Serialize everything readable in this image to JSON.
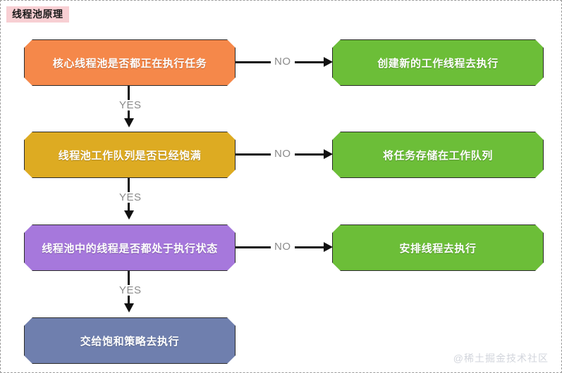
{
  "title": "线程池原理",
  "watermark": "@稀土掘金技术社区",
  "colors": {
    "orange": "#f5884a",
    "gold": "#ddab22",
    "purple": "#a678dc",
    "slate": "#6f7fae",
    "green": "#6cbe38",
    "title_highlight": "#f8cfd3",
    "edge_label": "#8a8a8a",
    "connector": "#111111",
    "border": "#2b2b2b",
    "watermark": "#d2d5dc"
  },
  "chart_data": {
    "type": "diagram",
    "title": "线程池原理",
    "diagram_kind": "flowchart",
    "nodes": [
      {
        "id": "d1",
        "label": "核心线程池是否都正在执行任务",
        "shape": "chamfered-rect",
        "color": "#f5884a",
        "role": "decision",
        "column": "left",
        "row": 1
      },
      {
        "id": "a1",
        "label": "创建新的工作线程去执行",
        "shape": "chamfered-rect",
        "color": "#6cbe38",
        "role": "action",
        "column": "right",
        "row": 1
      },
      {
        "id": "d2",
        "label": "线程池工作队列是否已经饱满",
        "shape": "chamfered-rect",
        "color": "#ddab22",
        "role": "decision",
        "column": "left",
        "row": 2
      },
      {
        "id": "a2",
        "label": "将任务存储在工作队列",
        "shape": "chamfered-rect",
        "color": "#6cbe38",
        "role": "action",
        "column": "right",
        "row": 2
      },
      {
        "id": "d3",
        "label": "线程池中的线程是否都处于执行状态",
        "shape": "chamfered-rect",
        "color": "#a678dc",
        "role": "decision",
        "column": "left",
        "row": 3
      },
      {
        "id": "a3",
        "label": "安排线程去执行",
        "shape": "chamfered-rect",
        "color": "#6cbe38",
        "role": "action",
        "column": "right",
        "row": 3
      },
      {
        "id": "d4",
        "label": "交给饱和策略去执行",
        "shape": "chamfered-rect",
        "color": "#6f7fae",
        "role": "terminal",
        "column": "left",
        "row": 4
      }
    ],
    "edges": [
      {
        "from": "d1",
        "to": "a1",
        "label": "NO",
        "direction": "right"
      },
      {
        "from": "d1",
        "to": "d2",
        "label": "YES",
        "direction": "down"
      },
      {
        "from": "d2",
        "to": "a2",
        "label": "NO",
        "direction": "right"
      },
      {
        "from": "d2",
        "to": "d3",
        "label": "YES",
        "direction": "down"
      },
      {
        "from": "d3",
        "to": "a3",
        "label": "NO",
        "direction": "right"
      },
      {
        "from": "d3",
        "to": "d4",
        "label": "YES",
        "direction": "down"
      }
    ]
  }
}
